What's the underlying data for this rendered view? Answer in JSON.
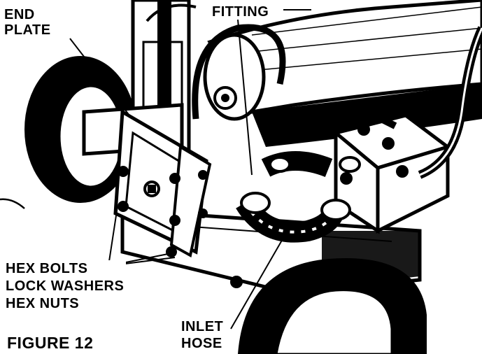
{
  "figure": {
    "caption": "FIGURE 12",
    "callouts": {
      "end_plate": [
        "END",
        "PLATE"
      ],
      "fitting": "FITTING",
      "fasteners": [
        "HEX BOLTS",
        "LOCK WASHERS",
        "HEX NUTS"
      ],
      "inlet_hose": [
        "INLET",
        "HOSE"
      ]
    }
  },
  "colors": {
    "ink": "#000000",
    "paper": "#ffffff"
  }
}
